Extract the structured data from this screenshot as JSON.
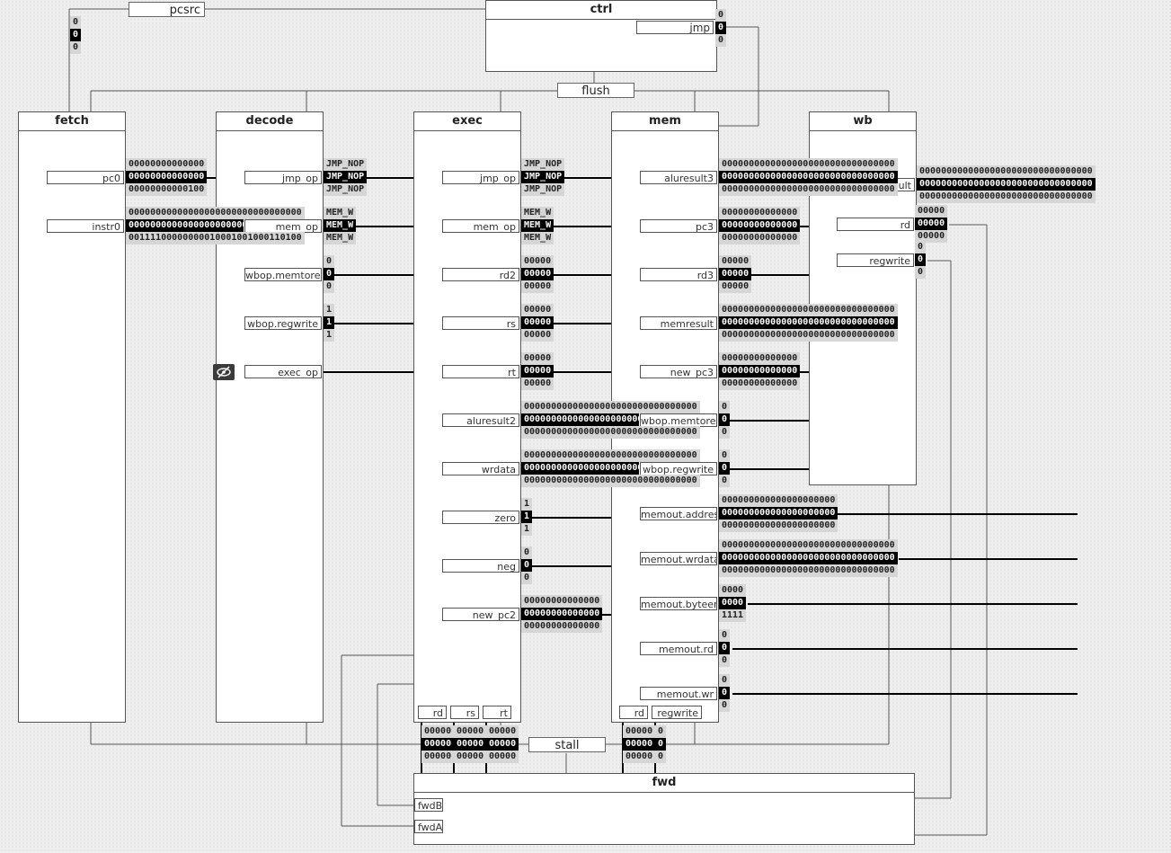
{
  "controls": {
    "pcsrc": "pcsrc",
    "flush": "flush",
    "stall": "stall"
  },
  "colors": {
    "wire": "#000000",
    "bus": "#555555",
    "value_selected": "#000000",
    "value_other": "#d6d6d6",
    "background": "#eeeeee"
  },
  "icons": {
    "hidden_toggle": "eye-slash-icon"
  },
  "modules": {
    "ctrl": {
      "title": "ctrl",
      "ports": {
        "jmp": "jmp"
      }
    },
    "fetch": {
      "title": "fetch",
      "ports": {
        "pc0": "pc0",
        "instr0": "instr0"
      }
    },
    "decode": {
      "title": "decode",
      "ports": {
        "jmp_op": "jmp_op",
        "mem_op": "mem_op",
        "memtoreg": "wbop.memtoreg",
        "regwrite": "wbop.regwrite",
        "exec_op": "exec_op"
      }
    },
    "exec": {
      "title": "exec",
      "ports": {
        "jmp_op": "jmp_op",
        "mem_op": "mem_op",
        "rd2": "rd2",
        "rs": "rs",
        "rt": "rt",
        "aluresult2": "aluresult2",
        "wrdata": "wrdata",
        "zero": "zero",
        "neg": "neg",
        "new_pc2": "new_pc2",
        "rd": "rd",
        "rs_in": "rs",
        "rt_in": "rt"
      }
    },
    "mem": {
      "title": "mem",
      "ports": {
        "aluresult3": "aluresult3",
        "pc3": "pc3",
        "rd3": "rd3",
        "memresult": "memresult",
        "new_pc3": "new_pc3",
        "memtoreg": "wbop.memtoreg",
        "regwrite": "wbop.regwrite",
        "address": "memout.address",
        "wrdata": "memout.wrdata",
        "byteena": "memout.byteena",
        "memrd": "memout.rd",
        "memwr": "memout.wr",
        "rd": "rd",
        "regwrite_in": "regwrite"
      }
    },
    "wb": {
      "title": "wb",
      "ports": {
        "result": "result",
        "rd": "rd",
        "regwrite": "regwrite"
      }
    },
    "fwd": {
      "title": "fwd",
      "ports": {
        "fwdB": "fwdB",
        "fwdA": "fwdA"
      }
    }
  },
  "signals": {
    "pcsrc": [
      "0",
      "0",
      "0"
    ],
    "jmp": [
      "0",
      "0",
      "0"
    ],
    "pc0": [
      "00000000000000",
      "00000000000000",
      "00000000000100"
    ],
    "instr0": [
      "00000000000000000000000000000000",
      "00000000000000000000000000000000",
      "00111100000000010001001000110100"
    ],
    "d_jmp_op": [
      "JMP_NOP",
      "JMP_NOP",
      "JMP_NOP"
    ],
    "d_mem_op": [
      "MEM_W",
      "MEM_W",
      "MEM_W"
    ],
    "d_memtoreg": [
      "0",
      "0",
      "0"
    ],
    "d_regwrite": [
      "1",
      "1",
      "1"
    ],
    "e_jmp_op": [
      "JMP_NOP",
      "JMP_NOP",
      "JMP_NOP"
    ],
    "e_mem_op": [
      "MEM_W",
      "MEM_W",
      "MEM_W"
    ],
    "rd2": [
      "00000",
      "00000",
      "00000"
    ],
    "rs": [
      "00000",
      "00000",
      "00000"
    ],
    "rt": [
      "00000",
      "00000",
      "00000"
    ],
    "aluresult2": [
      "00000000000000000000000000000000",
      "00000000000000000000000000000000",
      "00000000000000000000000000000000"
    ],
    "wrdata": [
      "00000000000000000000000000000000",
      "00000000000000000000000000000000",
      "00000000000000000000000000000000"
    ],
    "zero": [
      "1",
      "1",
      "1"
    ],
    "neg": [
      "0",
      "0",
      "0"
    ],
    "new_pc2": [
      "00000000000000",
      "00000000000000",
      "00000000000000"
    ],
    "aluresult3": [
      "00000000000000000000000000000000",
      "00000000000000000000000000000000",
      "00000000000000000000000000000000"
    ],
    "pc3": [
      "00000000000000",
      "00000000000000",
      "00000000000000"
    ],
    "rd3": [
      "00000",
      "00000",
      "00000"
    ],
    "memresult": [
      "00000000000000000000000000000000",
      "00000000000000000000000000000000",
      "00000000000000000000000000000000"
    ],
    "new_pc3": [
      "00000000000000",
      "00000000000000",
      "00000000000000"
    ],
    "m_memtoreg": [
      "0",
      "0",
      "0"
    ],
    "m_regwrite": [
      "0",
      "0",
      "0"
    ],
    "address": [
      "000000000000000000000",
      "000000000000000000000",
      "000000000000000000000"
    ],
    "m_wrdata": [
      "00000000000000000000000000000000",
      "00000000000000000000000000000000",
      "00000000000000000000000000000000"
    ],
    "byteena": [
      "0000",
      "0000",
      "1111"
    ],
    "memrd": [
      "0",
      "0",
      "0"
    ],
    "memwr": [
      "0",
      "0",
      "0"
    ],
    "result": [
      "00000000000000000000000000000000",
      "00000000000000000000000000000000",
      "00000000000000000000000000000000"
    ],
    "wb_rd": [
      "00000",
      "00000",
      "00000"
    ],
    "wb_regwrite": [
      "0",
      "0",
      "0"
    ],
    "e_rd": [
      "00000",
      "00000",
      "00000"
    ],
    "e_rs": [
      "00000",
      "00000",
      "00000"
    ],
    "e_rt": [
      "00000",
      "00000",
      "00000"
    ],
    "m_rd": [
      "00000",
      "00000",
      "00000"
    ],
    "m_regwrite_in": [
      "0",
      "0",
      "0"
    ]
  }
}
